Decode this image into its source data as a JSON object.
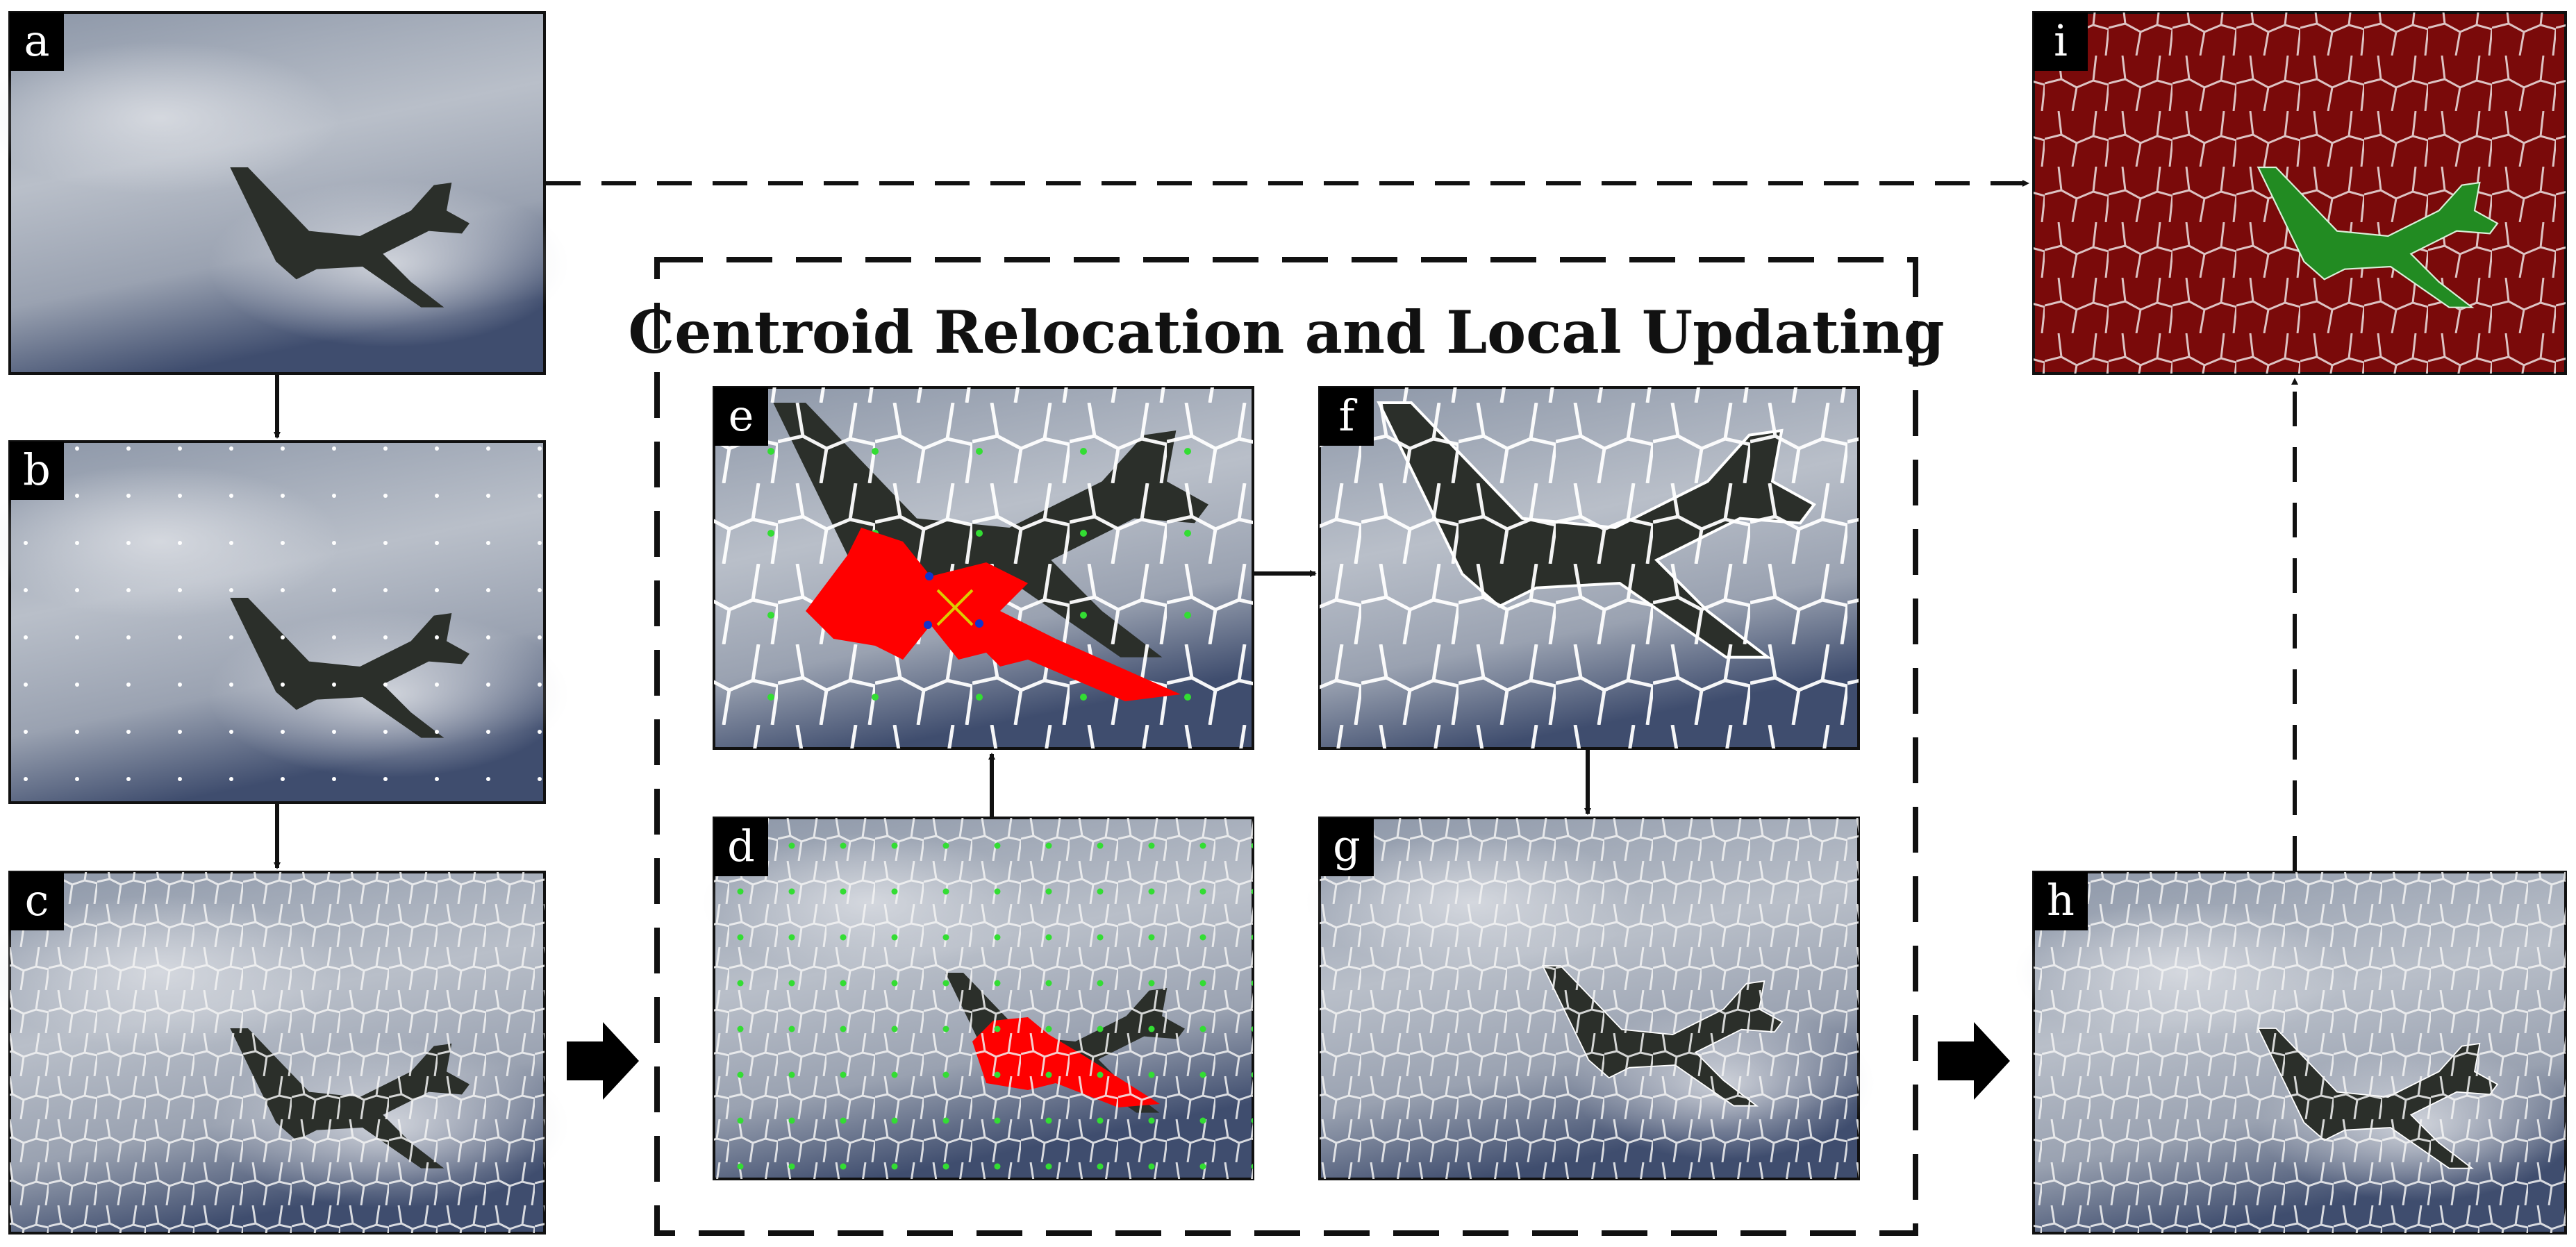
{
  "title": "Centroid Relocation and Local Updating",
  "panels": [
    {
      "id": "a",
      "label": "a",
      "content": "original-image"
    },
    {
      "id": "b",
      "label": "b",
      "content": "image-with-seed-grid"
    },
    {
      "id": "c",
      "label": "c",
      "content": "initial-superpixels"
    },
    {
      "id": "d",
      "label": "d",
      "content": "superpixels-with-centroids-and-object-region"
    },
    {
      "id": "e",
      "label": "e",
      "content": "centroid-relocation-detail"
    },
    {
      "id": "f",
      "label": "f",
      "content": "local-updated-boundaries"
    },
    {
      "id": "g",
      "label": "g",
      "content": "updated-superpixels"
    },
    {
      "id": "h",
      "label": "h",
      "content": "final-superpixels"
    },
    {
      "id": "i",
      "label": "i",
      "content": "object-segmentation-result"
    }
  ],
  "colors": {
    "sky": "#8a93a3",
    "sky_light": "#c2c7d0",
    "sky_dark": "#4b5670",
    "boundary": "#f2f2f2",
    "object_highlight": "#ff0000",
    "centroid": "#33dd33",
    "background_label": "#7a0a0a",
    "object_label": "#228b22",
    "aircraft": "#2b2f2a"
  },
  "icons": [
    "solid-arrow-icon",
    "dashed-arrow-icon",
    "block-arrow-icon"
  ]
}
